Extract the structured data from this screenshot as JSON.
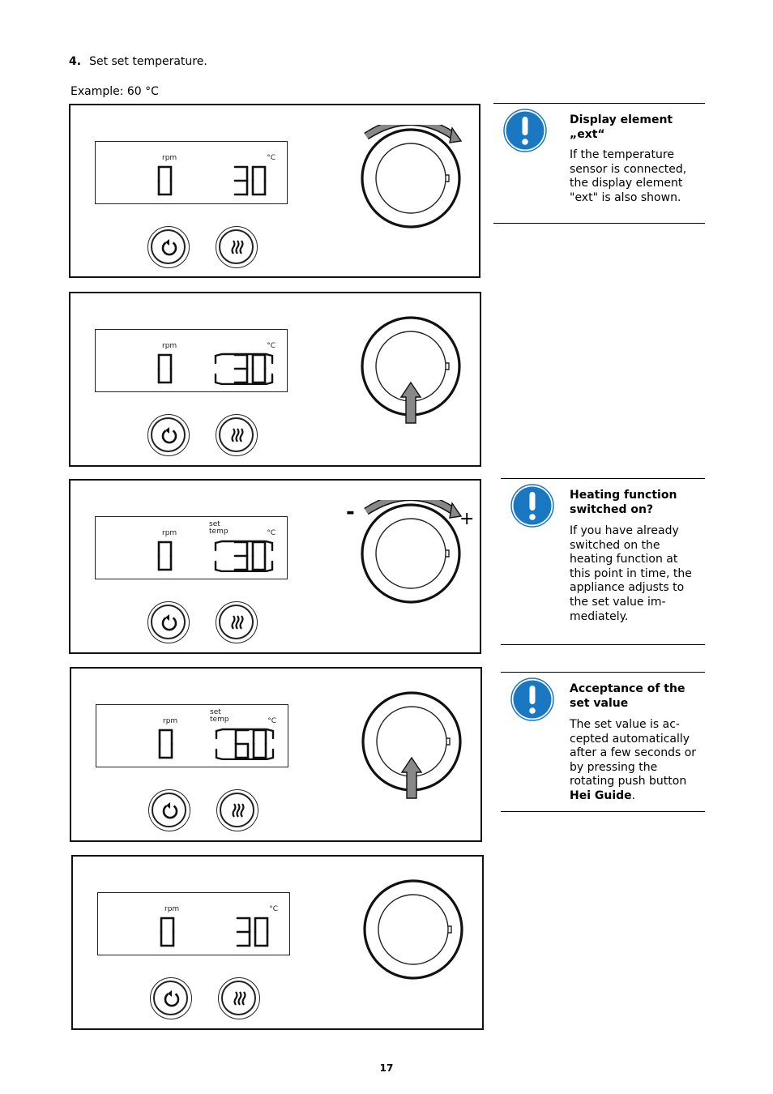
{
  "step": {
    "number": "4.",
    "text": "Set set temperature."
  },
  "example": "Example: 60 °C",
  "panels": [
    {
      "rpm_label": "rpm",
      "deg_label": "°C",
      "set_label": "",
      "temp_label": "",
      "rpm_value": "0",
      "temp_value": "30",
      "temp_framed": false,
      "knob_action": "rotate",
      "knob_minus": "",
      "knob_plus": ""
    },
    {
      "rpm_label": "rpm",
      "deg_label": "°C",
      "set_label": "",
      "temp_label": "",
      "rpm_value": "0",
      "temp_value": "30",
      "temp_framed": true,
      "knob_action": "press",
      "knob_minus": "",
      "knob_plus": ""
    },
    {
      "rpm_label": "rpm",
      "deg_label": "°C",
      "set_label": "set",
      "temp_label": "temp",
      "rpm_value": "0",
      "temp_value": "30",
      "temp_framed": true,
      "knob_action": "rotate",
      "knob_minus": "-",
      "knob_plus": "+"
    },
    {
      "rpm_label": "rpm",
      "deg_label": "°C",
      "set_label": "set",
      "temp_label": "temp",
      "rpm_value": "0",
      "temp_value": "60",
      "temp_framed": true,
      "knob_action": "press",
      "knob_minus": "",
      "knob_plus": ""
    },
    {
      "rpm_label": "rpm",
      "deg_label": "°C",
      "set_label": "",
      "temp_label": "",
      "rpm_value": "0",
      "temp_value": "30",
      "temp_framed": false,
      "knob_action": "none",
      "knob_minus": "",
      "knob_plus": ""
    }
  ],
  "notes": [
    {
      "title": "Display element „ext“",
      "body": "If the temperature sensor is connected, the display element \"ext\" is also shown.",
      "body_bold": "",
      "body_end": ""
    },
    {
      "title": "Heating function switched on?",
      "body": "If you have already switched on the heating function at this point in time, the appliance adjusts to the set value im-mediately.",
      "body_bold": "",
      "body_end": ""
    },
    {
      "title": "Acceptance of the set value",
      "body": "The set value is ac-cepted automatically after a few seconds or by pressing the rotating push button ",
      "body_bold": "Hei Guide",
      "body_end": "."
    }
  ],
  "icon_color": "#1a78c2",
  "page_number": "17"
}
